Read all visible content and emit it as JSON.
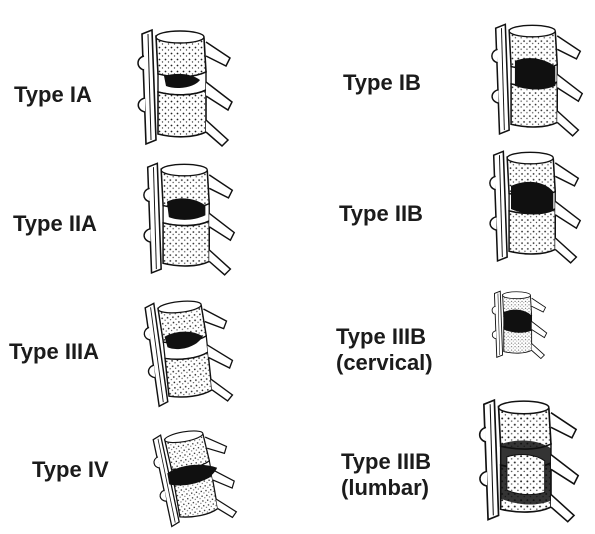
{
  "colors": {
    "ink": "#1b1b1b",
    "dark": "#101010",
    "paper": "#ffffff"
  },
  "panels": [
    {
      "id": "IA",
      "lines": [
        "Type IA"
      ]
    },
    {
      "id": "IB",
      "lines": [
        "Type IB"
      ]
    },
    {
      "id": "IIA",
      "lines": [
        "Type IIA"
      ]
    },
    {
      "id": "IIB",
      "lines": [
        "Type IIB"
      ]
    },
    {
      "id": "IIIA",
      "lines": [
        "Type IIIA"
      ]
    },
    {
      "id": "IIIB-cervical",
      "lines": [
        "Type IIIB",
        "(cervical)"
      ]
    },
    {
      "id": "IV",
      "lines": [
        "Type IV"
      ]
    },
    {
      "id": "IIIB-lumbar",
      "lines": [
        "Type IIIB",
        "(lumbar)"
      ]
    }
  ]
}
